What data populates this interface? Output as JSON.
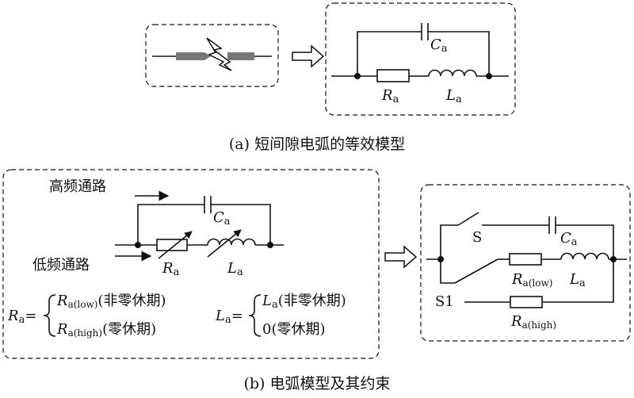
{
  "caption_a": "(a) 短间隙电弧的等效模型",
  "caption_b": "(b) 电弧模型及其约束",
  "a_left": {},
  "a_right": {
    "cap_label": "C",
    "cap_sub": "a",
    "res_label": "R",
    "res_sub": "a",
    "ind_label": "L",
    "ind_sub": "a"
  },
  "b_left": {
    "high_freq_path": "高频通路",
    "low_freq_path": "低频通路",
    "cap_label": "C",
    "cap_sub": "a",
    "res_label": "R",
    "res_sub": "a",
    "ind_label": "L",
    "ind_sub": "a",
    "ra_eq": {
      "lhs": "R",
      "lhs_sub": "a",
      "eq": "=",
      "case1_var": "R",
      "case1_sub": "a(low)",
      "case1_text": "(非零休期)",
      "case2_var": "R",
      "case2_sub": "a(high)",
      "case2_text": "(零休期)"
    },
    "la_eq": {
      "lhs": "L",
      "lhs_sub": "a",
      "eq": "=",
      "case1_var": "L",
      "case1_sub": "a",
      "case1_text": "(非零休期)",
      "case2_text": "0(零休期)"
    }
  },
  "b_right": {
    "switch_s": "S",
    "switch_s1": "S1",
    "cap_label": "C",
    "cap_sub": "a",
    "res_low_label": "R",
    "res_low_sub": "a(low)",
    "ind_label": "L",
    "ind_sub": "a",
    "res_high_label": "R",
    "res_high_sub": "a(high)"
  }
}
